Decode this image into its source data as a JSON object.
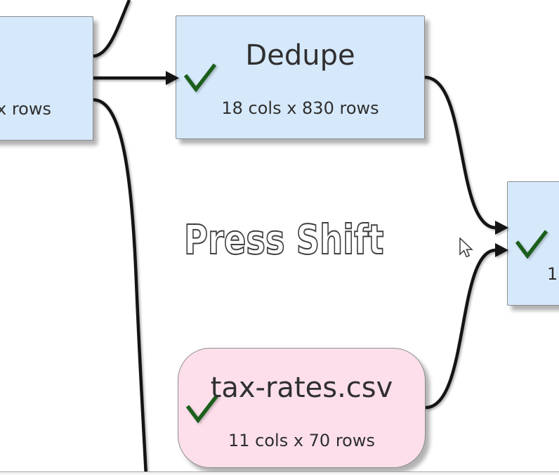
{
  "canvas": {
    "hint": "Press Shift",
    "background": "#ffffff"
  },
  "colors": {
    "canvas_bg": "#ffffff",
    "node_blue": "#d6e9fb",
    "node_pink": "#fcdfeb",
    "node_border": "#8c8c8c",
    "check_green": "#1c5f1c",
    "connector_black": "#141414",
    "text_dark": "#2f2f2f"
  },
  "nodes": {
    "left": {
      "subtitle": "x rows"
    },
    "dedupe": {
      "title": "Dedupe",
      "subtitle": "18 cols x 830 rows"
    },
    "tax": {
      "title": "tax-rates.csv",
      "subtitle": "11 cols x 70 rows"
    },
    "right": {
      "subtitle_partial": "1"
    }
  }
}
